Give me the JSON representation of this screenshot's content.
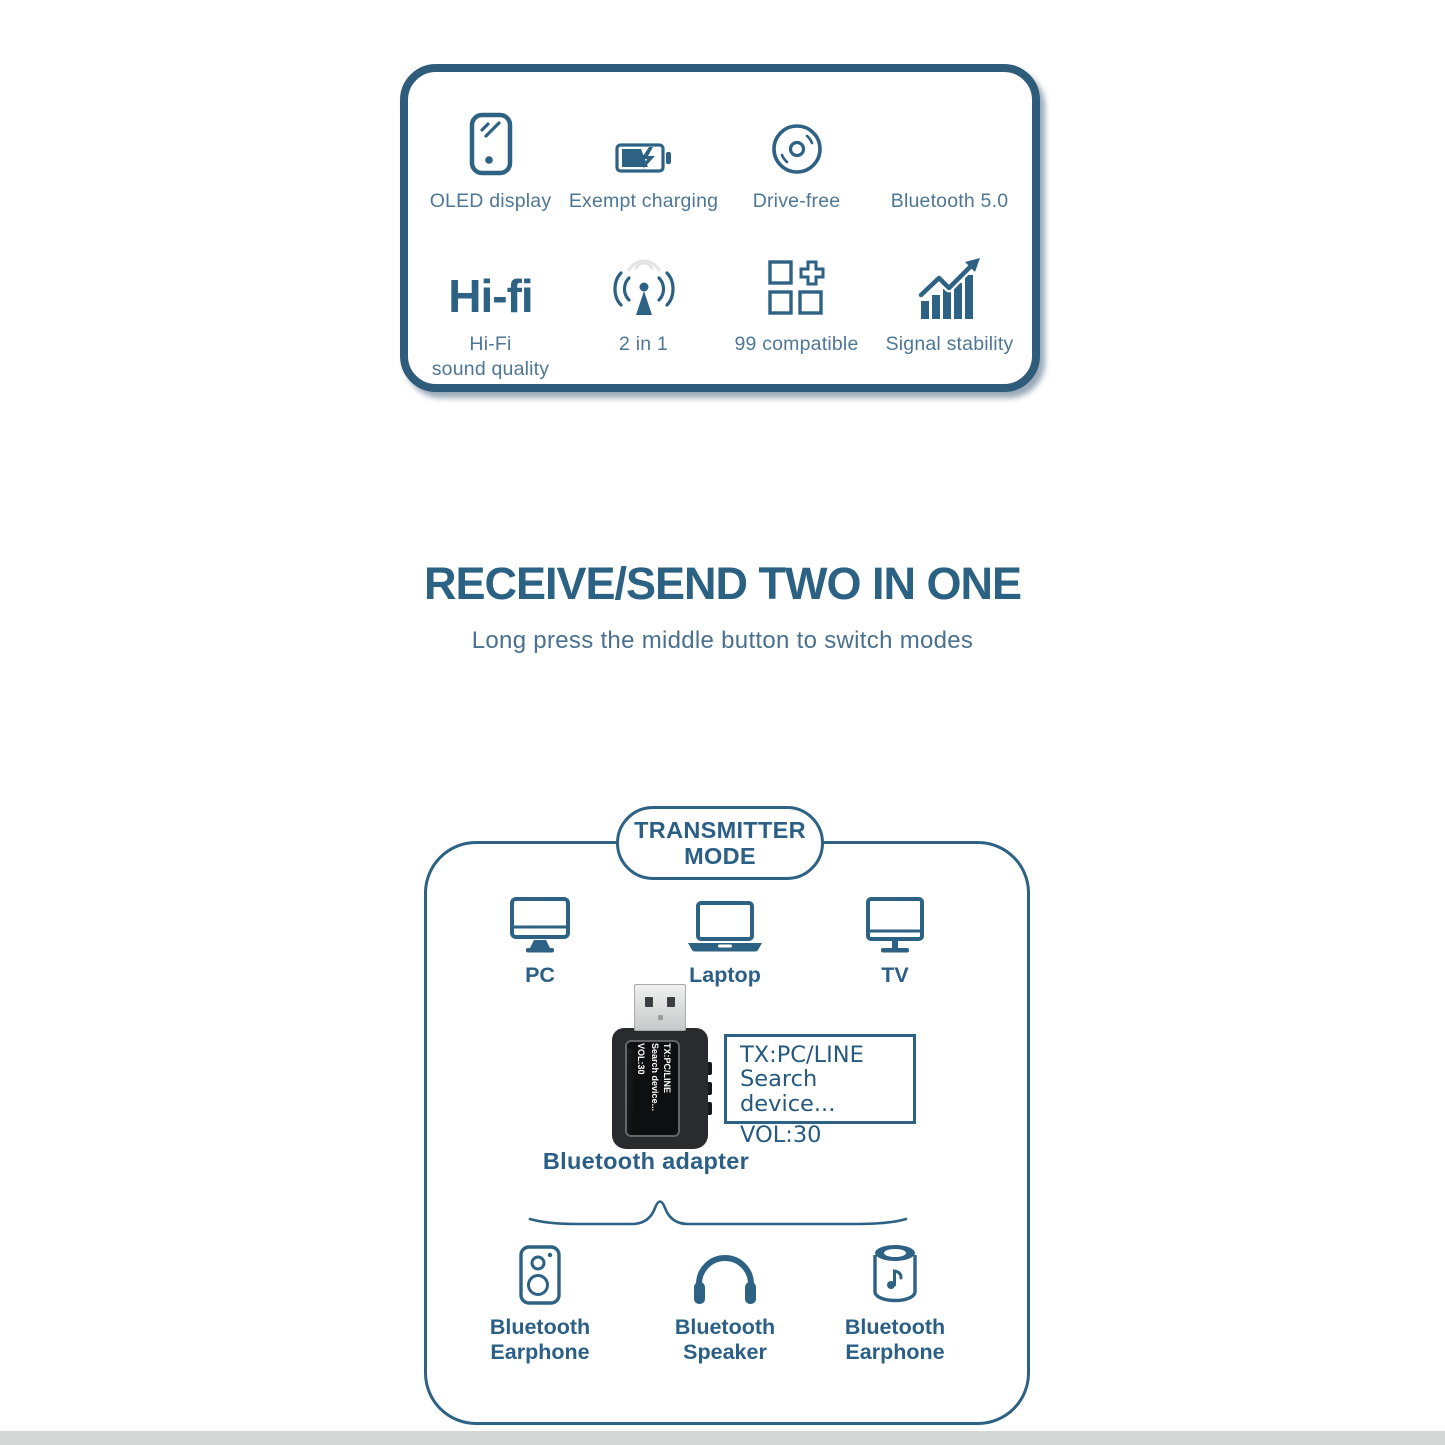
{
  "colors": {
    "primary_blue": "#2E6284",
    "panel_border": "#305C7B",
    "heading_blue": "#2B6183",
    "label_blue": "#4D7795",
    "device_black": "#292B2E",
    "bottom_strip_gray": "#D5D7D7"
  },
  "features": {
    "items": [
      {
        "name": "oled-display",
        "icon": "phone-icon",
        "label": "OLED display"
      },
      {
        "name": "exempt-charging",
        "icon": "battery-charging-icon",
        "label": "Exempt charging"
      },
      {
        "name": "drive-free",
        "icon": "cd-disc-icon",
        "label": "Drive-free"
      },
      {
        "name": "bluetooth-5",
        "icon": "none",
        "label": "Bluetooth 5.0"
      },
      {
        "name": "hifi-sound",
        "icon": "hifi-text-icon",
        "icon_text": "Hi-fi",
        "label": "Hi-Fi\nsound quality"
      },
      {
        "name": "two-in-one",
        "icon": "antenna-icon",
        "label": "2 in 1"
      },
      {
        "name": "99-compatible",
        "icon": "squares-plus-icon",
        "label": "99 compatible"
      },
      {
        "name": "signal-stability",
        "icon": "chart-up-icon",
        "label": "Signal stability"
      }
    ]
  },
  "section": {
    "title": "RECEIVE/SEND TWO IN ONE",
    "subtitle": "Long press the middle button to switch modes"
  },
  "transmitter": {
    "badge": {
      "line1": "TRANSMITTER",
      "line2": "MODE"
    },
    "sources": [
      {
        "label": "PC",
        "icon": "pc-monitor-icon"
      },
      {
        "label": "Laptop",
        "icon": "laptop-icon"
      },
      {
        "label": "TV",
        "icon": "tv-icon"
      }
    ],
    "adapter": {
      "label": "Bluetooth adapter",
      "screen_lines": [
        "TX:PC/LINE",
        "Search device...",
        "VOL:30"
      ],
      "info_box": {
        "lines": [
          "TX:PC/LINE",
          "Search device...",
          "VOL:30"
        ]
      }
    },
    "outputs": [
      {
        "label": "Bluetooth\nEarphone",
        "icon": "speaker-box-icon"
      },
      {
        "label": "Bluetooth\nSpeaker",
        "icon": "headphones-icon"
      },
      {
        "label": "Bluetooth\nEarphone",
        "icon": "speaker-cylinder-icon"
      }
    ]
  }
}
